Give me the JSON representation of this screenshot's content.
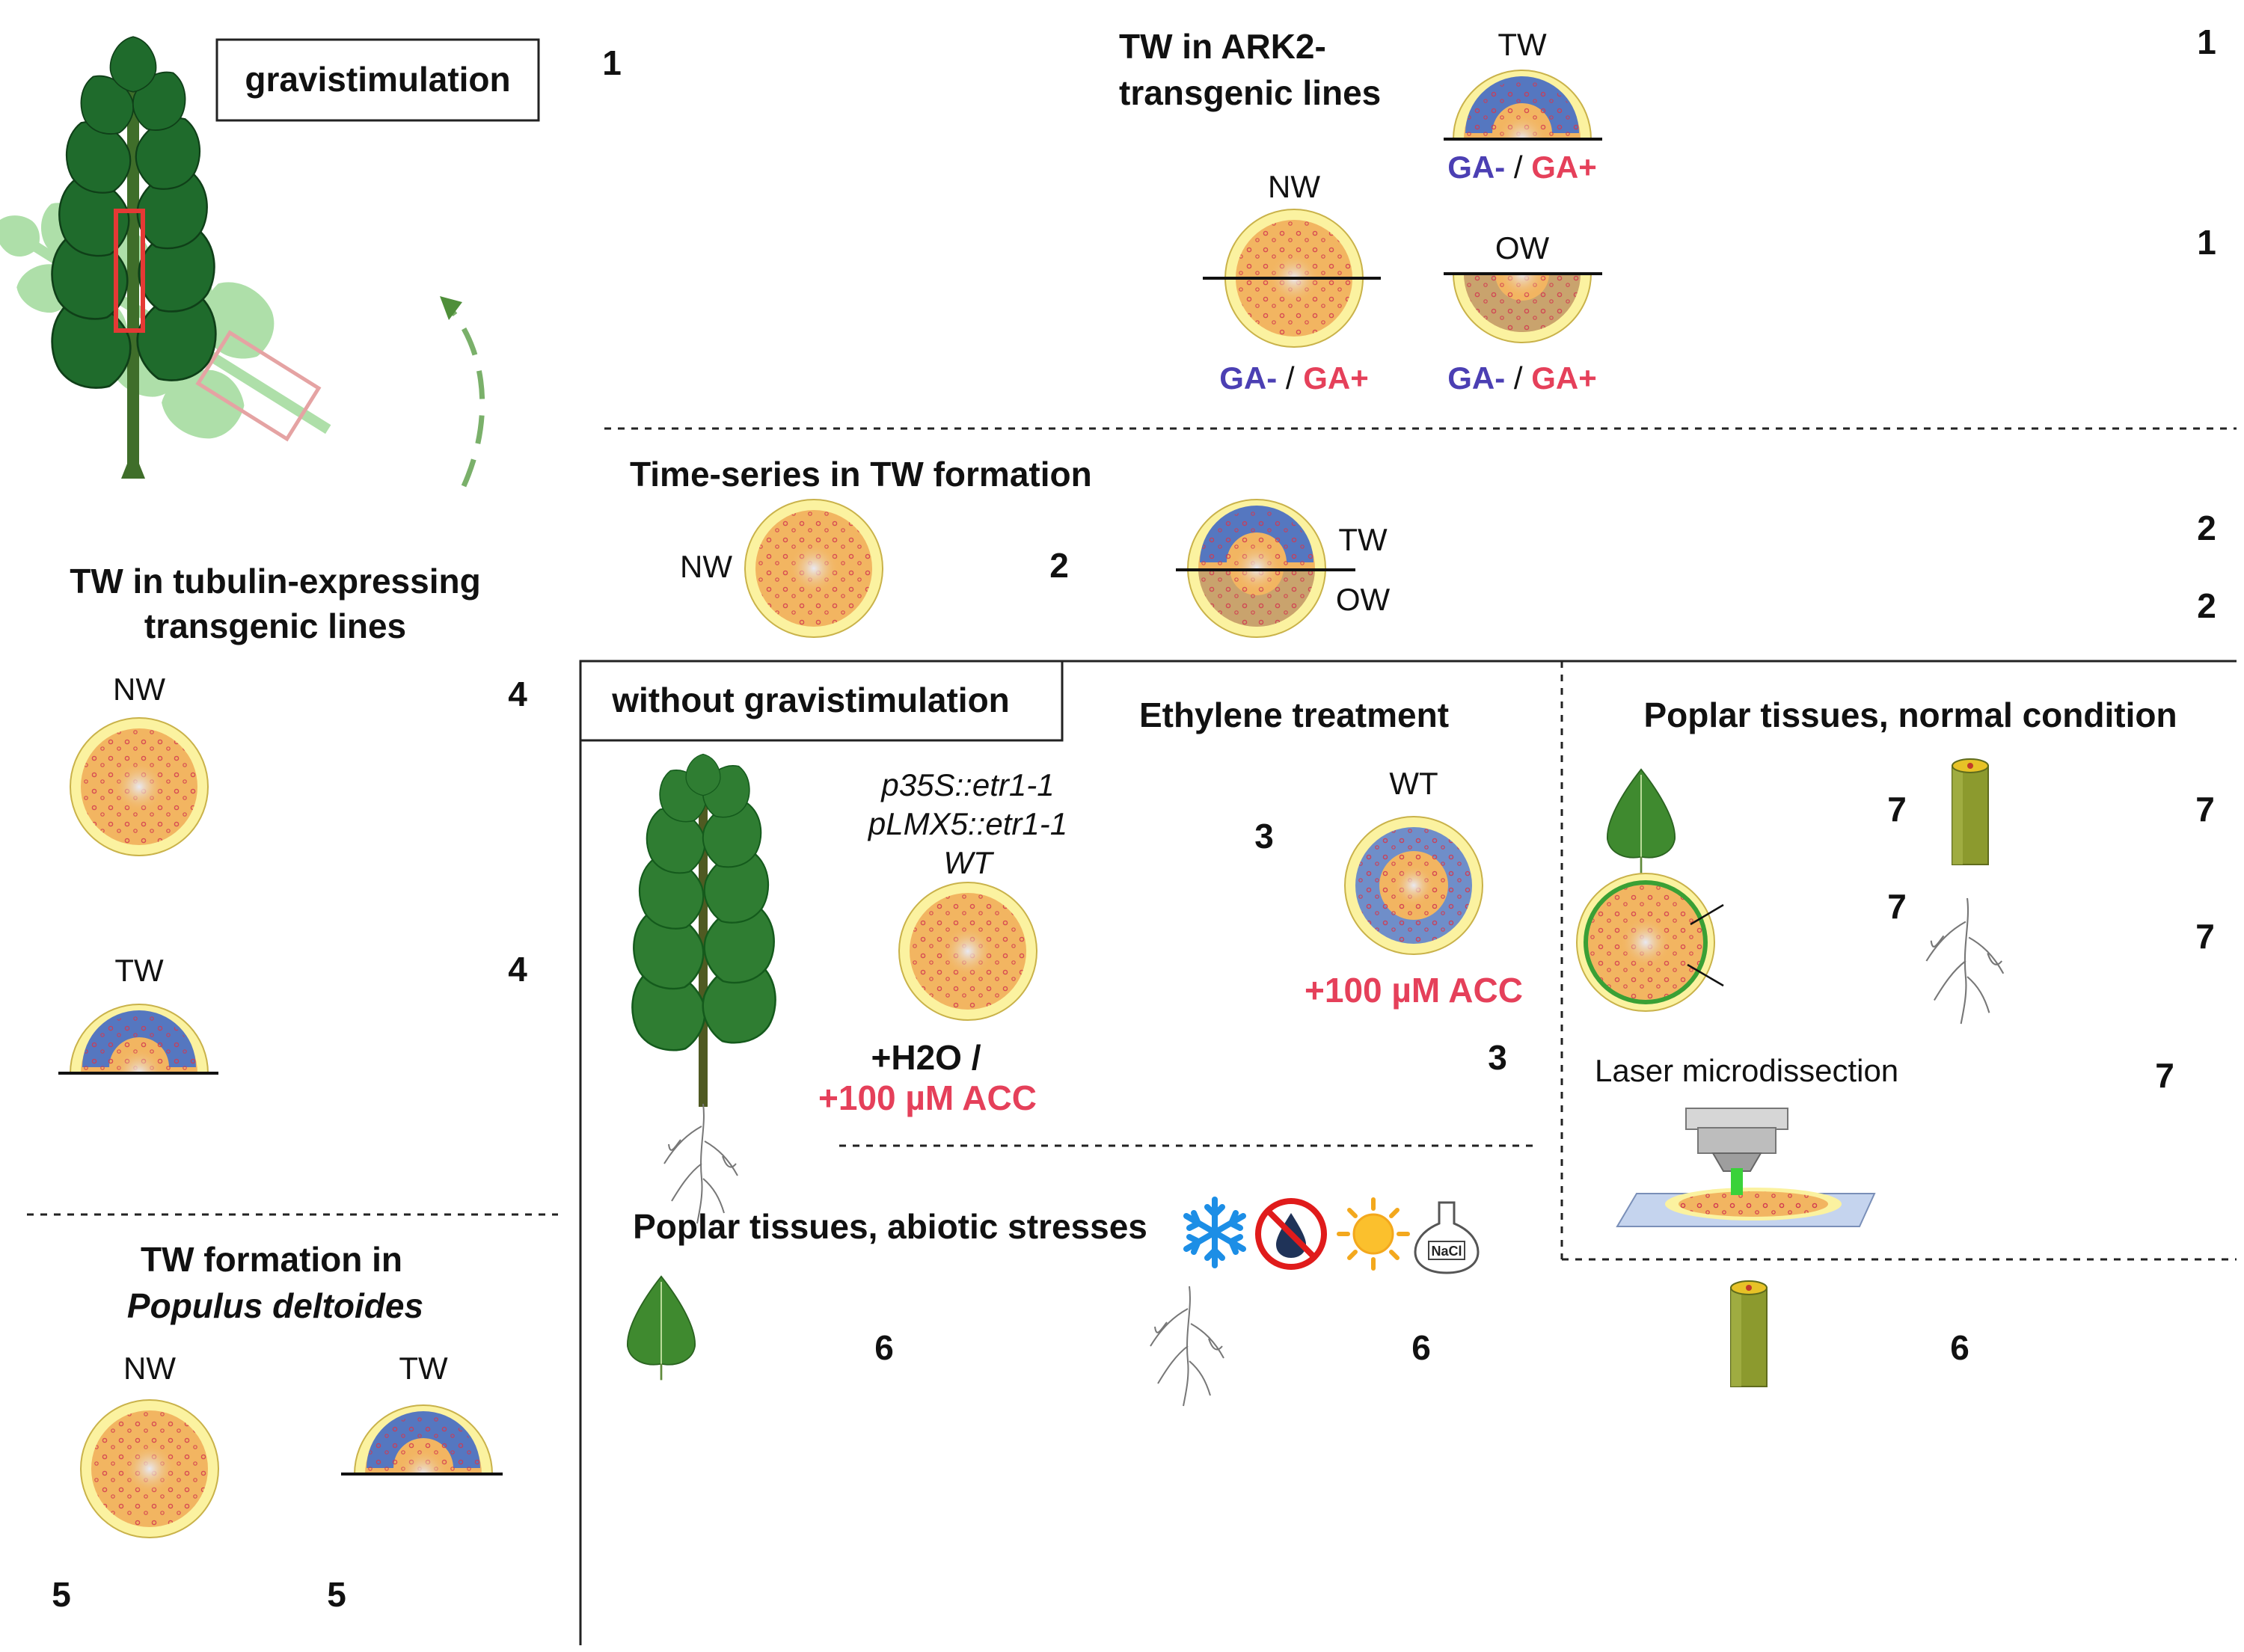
{
  "labels": {
    "gravistimulation": "gravistimulation",
    "without_gravistimulation": "without gravistimulation",
    "ark2_title_line1": "TW in ARK2-",
    "ark2_title_line2": "transgenic lines",
    "timeseries_title": "Time-series in TW formation",
    "tubulin_title_line1": "TW in tubulin-expressing",
    "tubulin_title_line2": "transgenic lines",
    "deltoides_title_line1": "TW formation in",
    "deltoides_title_line2": "Populus deltoides",
    "ethylene_title": "Ethylene treatment",
    "normal_title": "Poplar tissues, normal condition",
    "abiotic_title": "Poplar tissues, abiotic stresses",
    "laser_title": "Laser microdissection",
    "nw": "NW",
    "tw": "TW",
    "ow": "OW",
    "wt": "WT",
    "ga_minus": "GA-",
    "slash": " / ",
    "ga_plus": "GA+",
    "genotype_1": "p35S::etr1-1",
    "genotype_2": "pLMX5::etr1-1",
    "genotype_3": "WT",
    "h2o": "+H2O /",
    "acc": "+100 µM ACC",
    "nacl": "NaCl"
  },
  "numbers": {
    "n1": "1",
    "n2": "2",
    "n3": "3",
    "n4": "4",
    "n5": "5",
    "n6": "6",
    "n7": "7"
  },
  "colors": {
    "leaf_dark": "#1f6b2c",
    "leaf_light": "#a6dca0",
    "wood_yellow": "#f2b561",
    "bark_yellow": "#fbf2a0",
    "tension_wood_blue": "#5577c0",
    "opposite_wood": "#c9a36d",
    "ga_minus": "#4b3fb3",
    "ga_plus": "#e5405a",
    "highlight_red": "#e53935"
  },
  "icons": [
    "poplar-plant-icon",
    "gravistimulated-plant-icon",
    "leaf-icon",
    "stem-segment-icon",
    "root-icon",
    "stem-cross-section-icon",
    "cold-snowflake-icon",
    "drought-icon",
    "heat-sun-icon",
    "salt-flask-icon",
    "laser-microscope-icon"
  ]
}
